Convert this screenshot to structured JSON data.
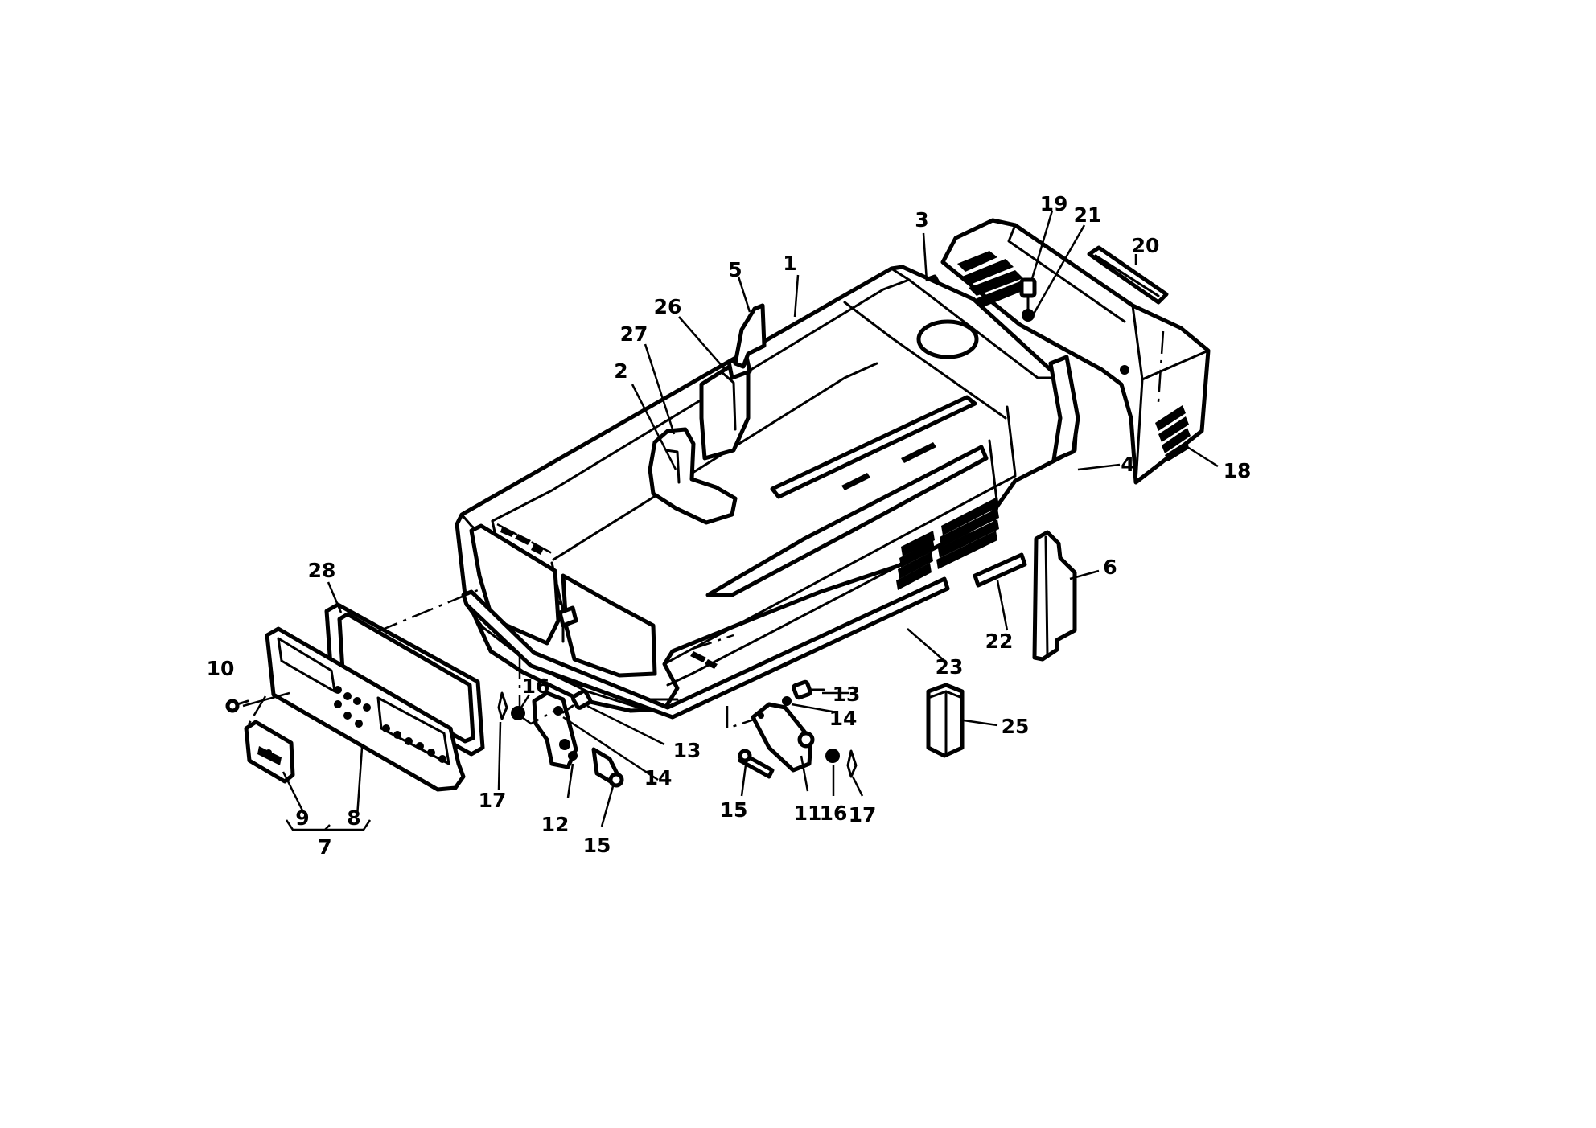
{
  "diagram": {
    "callouts": [
      {
        "id": "1",
        "text": "1"
      },
      {
        "id": "2",
        "text": "2"
      },
      {
        "id": "3",
        "text": "3"
      },
      {
        "id": "4",
        "text": "4"
      },
      {
        "id": "5",
        "text": "5"
      },
      {
        "id": "6",
        "text": "6"
      },
      {
        "id": "7",
        "text": "7"
      },
      {
        "id": "8",
        "text": "8"
      },
      {
        "id": "9",
        "text": "9"
      },
      {
        "id": "10",
        "text": "10"
      },
      {
        "id": "11",
        "text": "11"
      },
      {
        "id": "12",
        "text": "12"
      },
      {
        "id": "13a",
        "text": "13"
      },
      {
        "id": "13b",
        "text": "13"
      },
      {
        "id": "14a",
        "text": "14"
      },
      {
        "id": "14b",
        "text": "14"
      },
      {
        "id": "15a",
        "text": "15"
      },
      {
        "id": "15b",
        "text": "15"
      },
      {
        "id": "16a",
        "text": "16"
      },
      {
        "id": "16b",
        "text": "16"
      },
      {
        "id": "17a",
        "text": "17"
      },
      {
        "id": "17b",
        "text": "17"
      },
      {
        "id": "18",
        "text": "18"
      },
      {
        "id": "19",
        "text": "19"
      },
      {
        "id": "20",
        "text": "20"
      },
      {
        "id": "21",
        "text": "21"
      },
      {
        "id": "22",
        "text": "22"
      },
      {
        "id": "23",
        "text": "23"
      },
      {
        "id": "25",
        "text": "25"
      },
      {
        "id": "26",
        "text": "26"
      },
      {
        "id": "27",
        "text": "27"
      },
      {
        "id": "28",
        "text": "28"
      }
    ]
  }
}
